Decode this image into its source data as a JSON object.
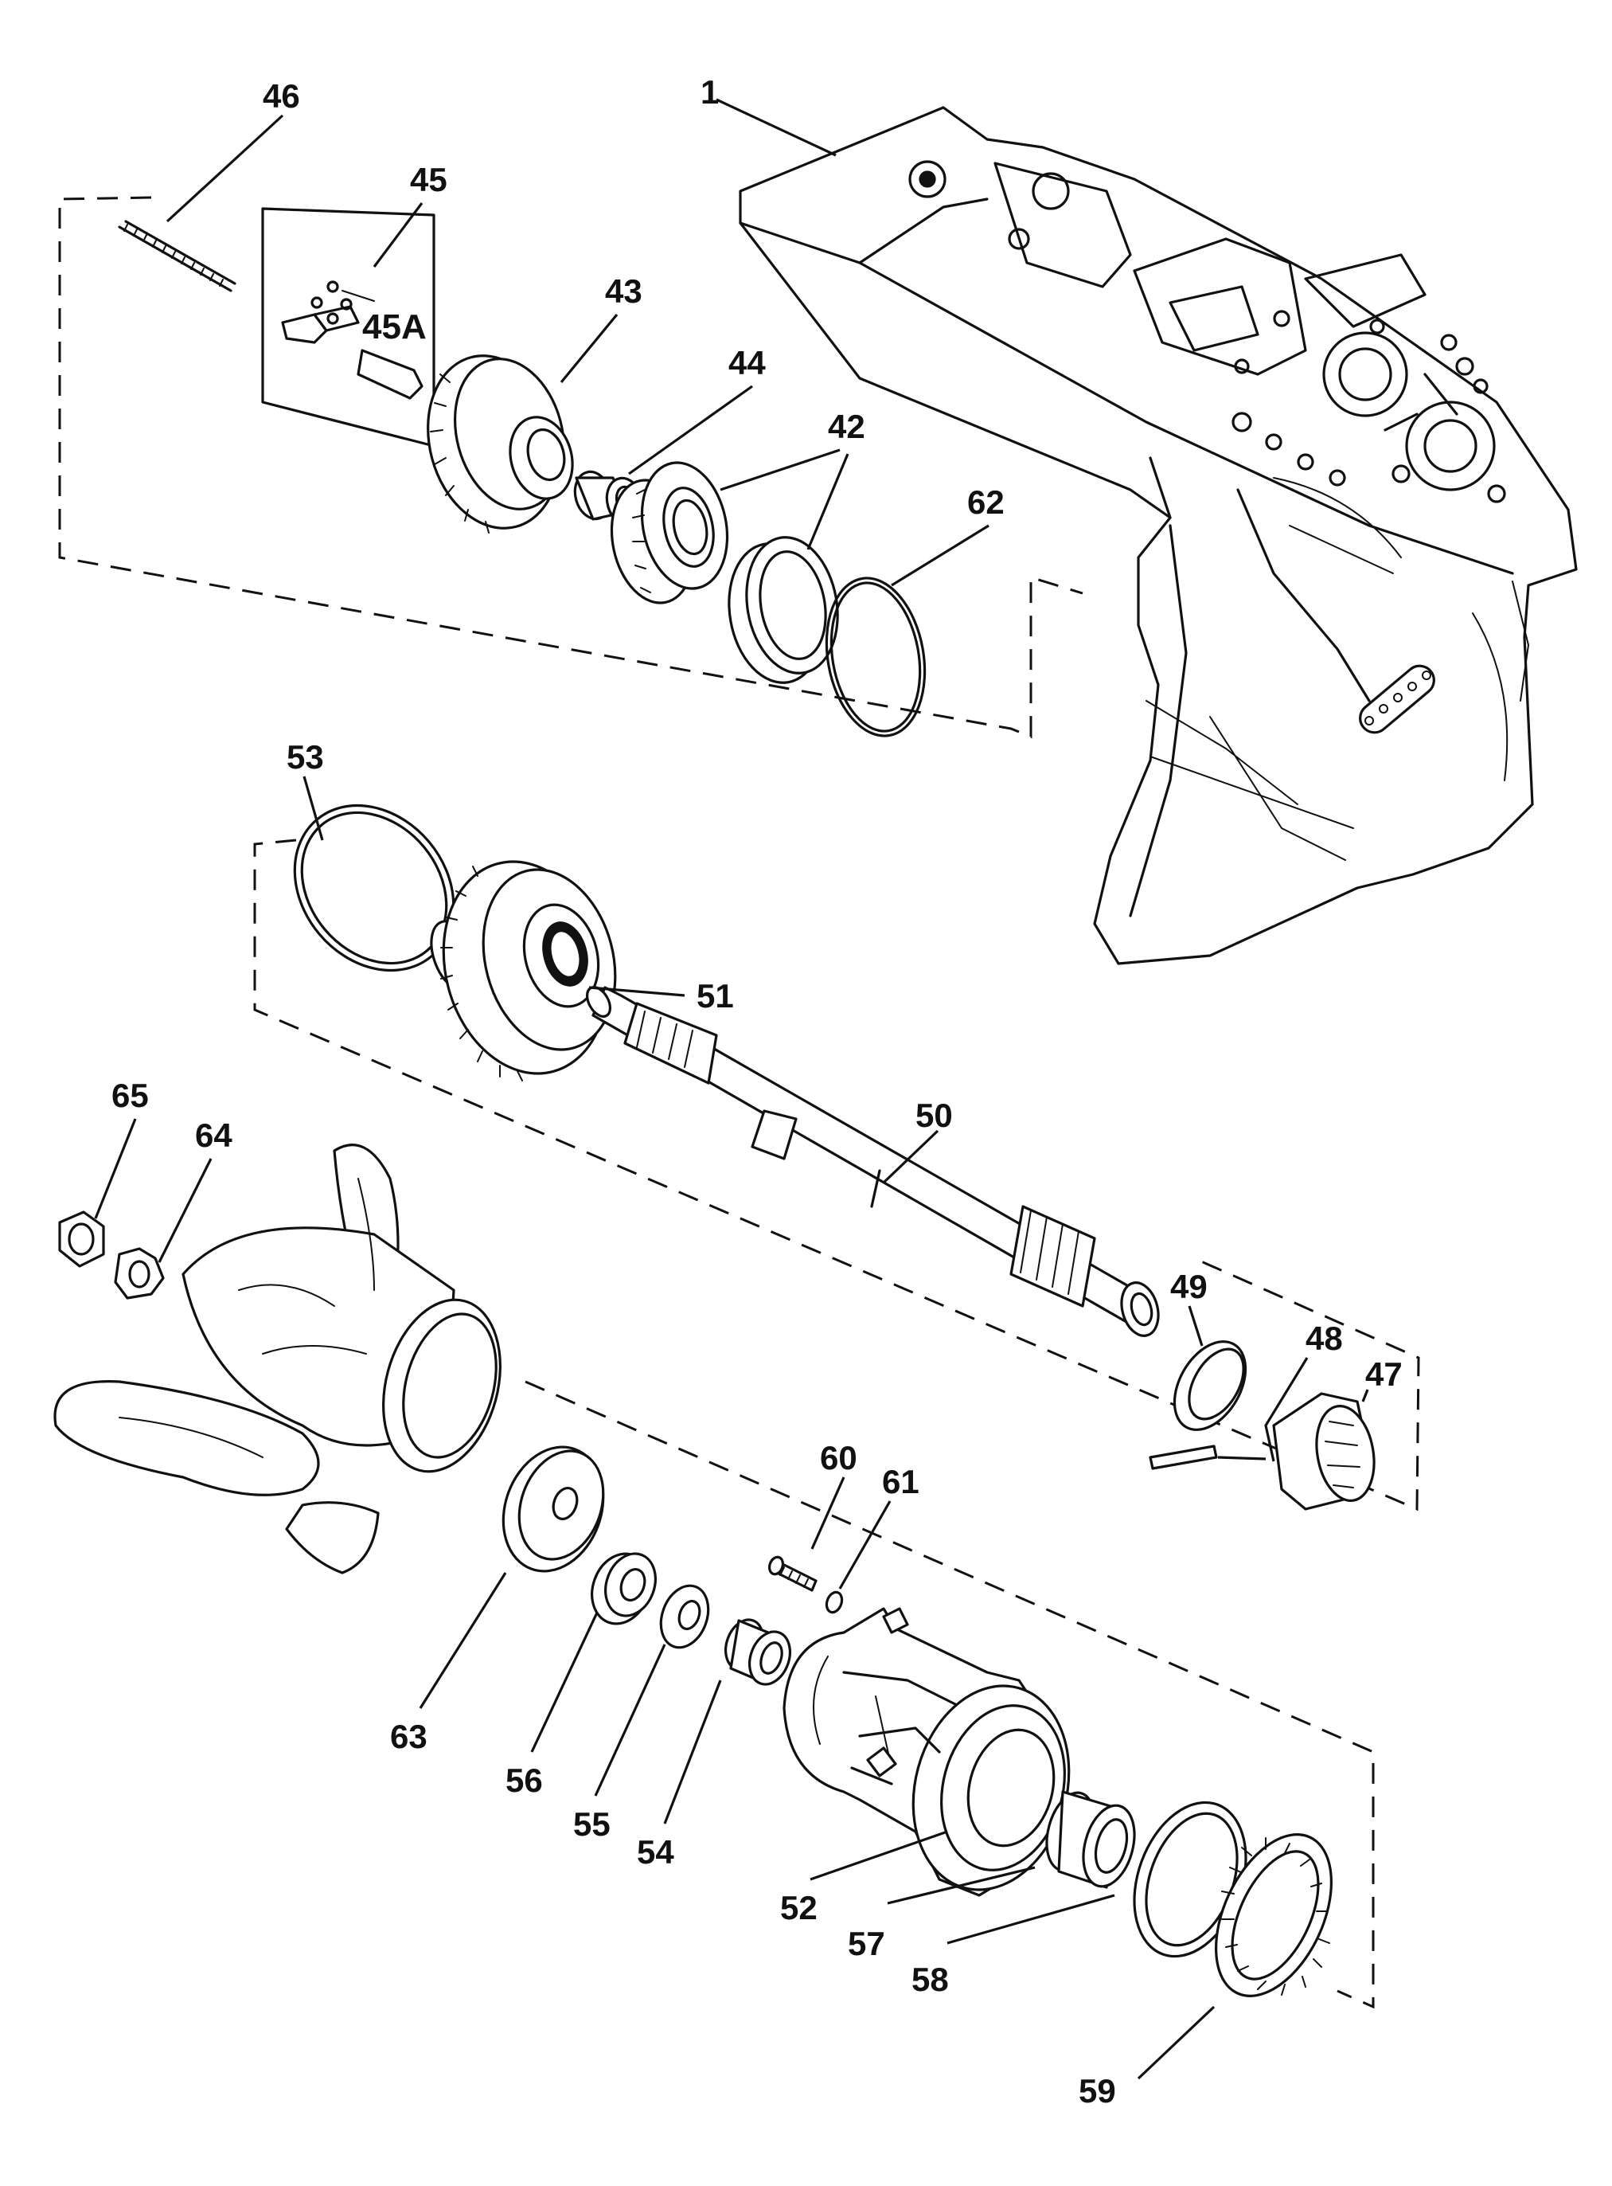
{
  "diagram": {
    "callouts": [
      {
        "id": "1",
        "label": "1"
      },
      {
        "id": "42",
        "label": "42"
      },
      {
        "id": "43",
        "label": "43"
      },
      {
        "id": "44",
        "label": "44"
      },
      {
        "id": "45",
        "label": "45"
      },
      {
        "id": "45A",
        "label": "45A"
      },
      {
        "id": "46",
        "label": "46"
      },
      {
        "id": "47",
        "label": "47"
      },
      {
        "id": "48",
        "label": "48"
      },
      {
        "id": "49",
        "label": "49"
      },
      {
        "id": "50",
        "label": "50"
      },
      {
        "id": "51",
        "label": "51"
      },
      {
        "id": "52",
        "label": "52"
      },
      {
        "id": "53",
        "label": "53"
      },
      {
        "id": "54",
        "label": "54"
      },
      {
        "id": "55",
        "label": "55"
      },
      {
        "id": "56",
        "label": "56"
      },
      {
        "id": "57",
        "label": "57"
      },
      {
        "id": "58",
        "label": "58"
      },
      {
        "id": "59",
        "label": "59"
      },
      {
        "id": "60",
        "label": "60"
      },
      {
        "id": "61",
        "label": "61"
      },
      {
        "id": "62",
        "label": "62"
      },
      {
        "id": "63",
        "label": "63"
      },
      {
        "id": "64",
        "label": "64"
      },
      {
        "id": "65",
        "label": "65"
      }
    ]
  }
}
